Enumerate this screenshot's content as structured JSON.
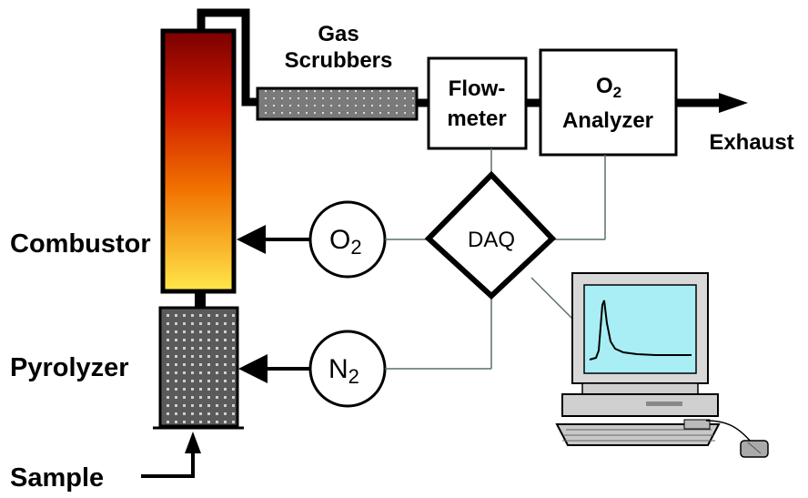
{
  "labels": {
    "gas_scrubbers_line1": "Gas",
    "gas_scrubbers_line2": "Scrubbers",
    "flowmeter_line1": "Flow-",
    "flowmeter_line2": "meter",
    "o2_analyzer_line1_base": "O",
    "o2_analyzer_line1_sub": "2",
    "o2_analyzer_line2": "Analyzer",
    "exhaust": "Exhaust",
    "daq": "DAQ",
    "o2_circle_base": "O",
    "o2_circle_sub": "2",
    "n2_circle_base": "N",
    "n2_circle_sub": "2",
    "combustor": "Combustor",
    "pyrolyzer": "Pyrolyzer",
    "sample": "Sample"
  },
  "colors": {
    "flame_top": "#8a0000",
    "flame_mid": "#e83a00",
    "flame_bottom": "#ffe14a",
    "screen": "#a8eef4",
    "pyrolyzer": "#555555",
    "scrubber": "#777777"
  },
  "icons": [
    "computer-icon",
    "mouse-icon"
  ]
}
